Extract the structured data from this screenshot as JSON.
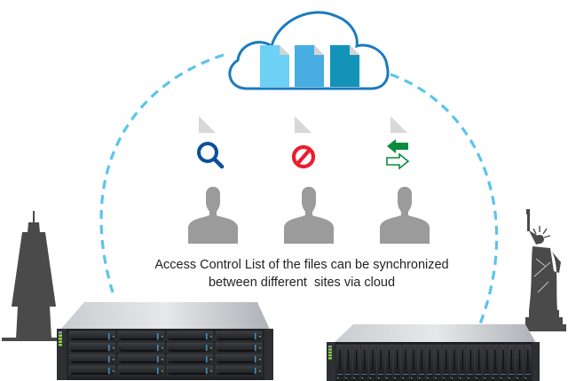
{
  "caption": {
    "line1": "Access Control List of the files can be synchronized",
    "line2": "between different  sites via cloud"
  },
  "cloud": {
    "icon": "cloud-icon",
    "stroke_color": "#1a7bbf",
    "files": [
      {
        "icon": "file-icon",
        "color": "#6dd0f5"
      },
      {
        "icon": "file-icon",
        "color": "#48ade0"
      },
      {
        "icon": "file-icon",
        "color": "#1393b8"
      }
    ]
  },
  "sync_path": {
    "style": "dashed",
    "color": "#5bc4ec"
  },
  "users": [
    {
      "permission_icon": "search-icon",
      "permission": "read",
      "icon_color": "#0b4f9c"
    },
    {
      "permission_icon": "prohibited-icon",
      "permission": "deny",
      "icon_color": "#ed1c2e"
    },
    {
      "permission_icon": "sync-arrows-icon",
      "permission": "sync",
      "icon_color": "#0a8c3e"
    }
  ],
  "sites": [
    {
      "landmark": "taipei-101-icon",
      "device": "storage-array-3u-16-bay",
      "bays": 16
    },
    {
      "landmark": "statue-of-liberty-icon",
      "device": "storage-array-2u-24-bay",
      "bays": 24
    }
  ],
  "colors": {
    "person": "#9b9b9b",
    "doc_corner": "#d8d8d8",
    "landmark": "#4a4a4a"
  }
}
